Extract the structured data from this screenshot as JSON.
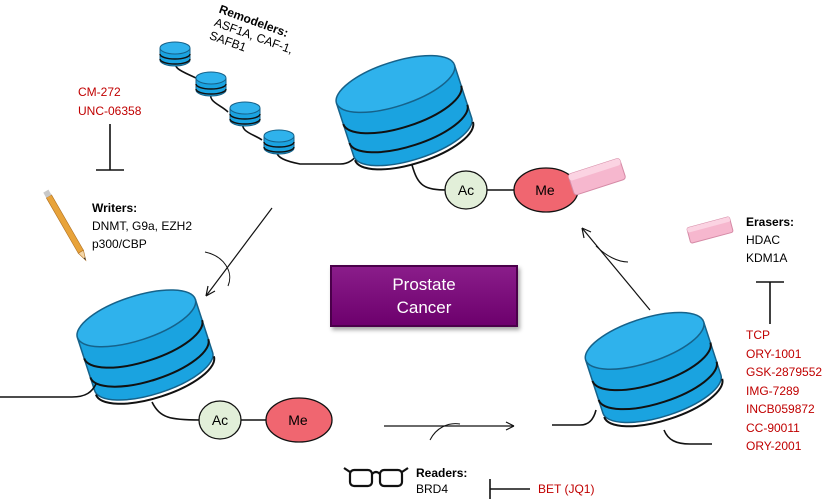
{
  "center": {
    "title_line1": "Prostate",
    "title_line2": "Cancer"
  },
  "remodelers": {
    "title": "Remodelers:",
    "line1": "ASF1A, CAF-1,",
    "line2": "SAFB1"
  },
  "writers": {
    "title": "Writers:",
    "items": [
      "DNMT, G9a, EZH2",
      "p300/CBP"
    ],
    "inhibitors": [
      "CM-272",
      "UNC-06358"
    ]
  },
  "erasers": {
    "title": "Erasers:",
    "items": [
      "HDAC",
      "KDM1A"
    ],
    "inhibitors": [
      "TCP",
      "ORY-1001",
      "GSK-2879552",
      "IMG-7289",
      "INCB059872",
      "CC-90011",
      "ORY-2001"
    ]
  },
  "readers": {
    "title": "Readers:",
    "item": "BRD4",
    "inhibitor": "BET (JQ1)"
  },
  "marks": {
    "top": {
      "acetyl": "Ac",
      "methyl": "Me"
    },
    "bottom": {
      "acetyl": "Ac",
      "methyl": "Me"
    }
  },
  "colors": {
    "nucleosome": "#1aa3e0",
    "acetyl": "#e2efd9",
    "methyl": "#f06670",
    "inhibitor_text": "#c00000",
    "center_box": "#7a0f7a",
    "eraser": "#f0a7c2"
  }
}
